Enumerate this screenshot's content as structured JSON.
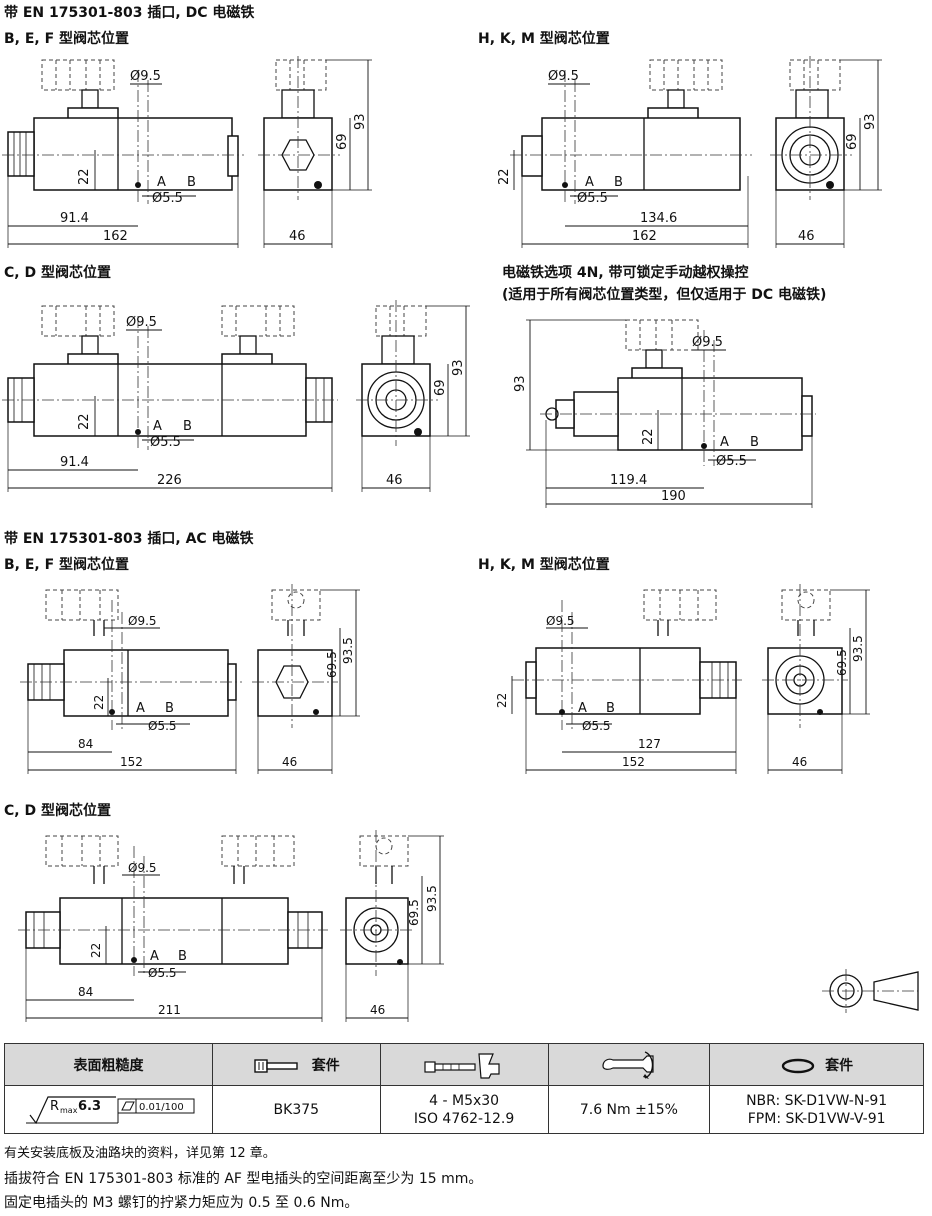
{
  "headings": {
    "dc": "带 EN 175301-803 插口, DC 电磁铁",
    "ac": "带 EN 175301-803 插口, AC 电磁铁"
  },
  "subheadings": {
    "dc_bef": "B, E, F 型阀芯位置",
    "dc_hkm": "H, K, M 型阀芯位置",
    "dc_cd": "C, D 型阀芯位置",
    "opt_4n_line1": "电磁铁选项 4N, 带可锁定手动越权操控",
    "opt_4n_line2": "(适用于所有阀芯位置类型，但仅适用于 DC 电磁铁)",
    "ac_bef": "B, E, F 型阀芯位置",
    "ac_hkm": "H, K, M 型阀芯位置",
    "ac_cd": "C, D 型阀芯位置"
  },
  "dims": {
    "d95": "Ø9.5",
    "d55": "Ø5.5",
    "port_a": "A",
    "port_b": "B",
    "d22": "22",
    "d46": "46",
    "d69": "69",
    "d93": "93",
    "d695": "69.5",
    "d935": "93.5",
    "d914": "91.4",
    "d162": "162",
    "d1346": "134.6",
    "d226": "226",
    "d1194": "119.4",
    "d190": "190",
    "d84": "84",
    "d152": "152",
    "d127": "127",
    "d211": "211"
  },
  "table": {
    "headers": [
      "表面粗糙度",
      "套件",
      "",
      "",
      "套件"
    ],
    "roughness_symbol": "R",
    "roughness_sub": "max",
    "roughness_value": "6.3",
    "flatness_value": "0.01/100",
    "kit": "BK375",
    "screws_line1": "4 - M5x30",
    "screws_line2": "ISO 4762-12.9",
    "torque": "7.6 Nm ±15%",
    "seal_line1": "NBR: SK-D1VW-N-91",
    "seal_line2": "FPM: SK-D1VW-V-91"
  },
  "notes": [
    "有关安装底板及油路块的资料，详见第 12 章。",
    "插拔符合 EN 175301-803 标准的 AF 型电插头的空间距离至少为 15 mm。",
    "固定电插头的 M3 螺钉的拧紧力矩应为 0.5 至 0.6 Nm。"
  ]
}
